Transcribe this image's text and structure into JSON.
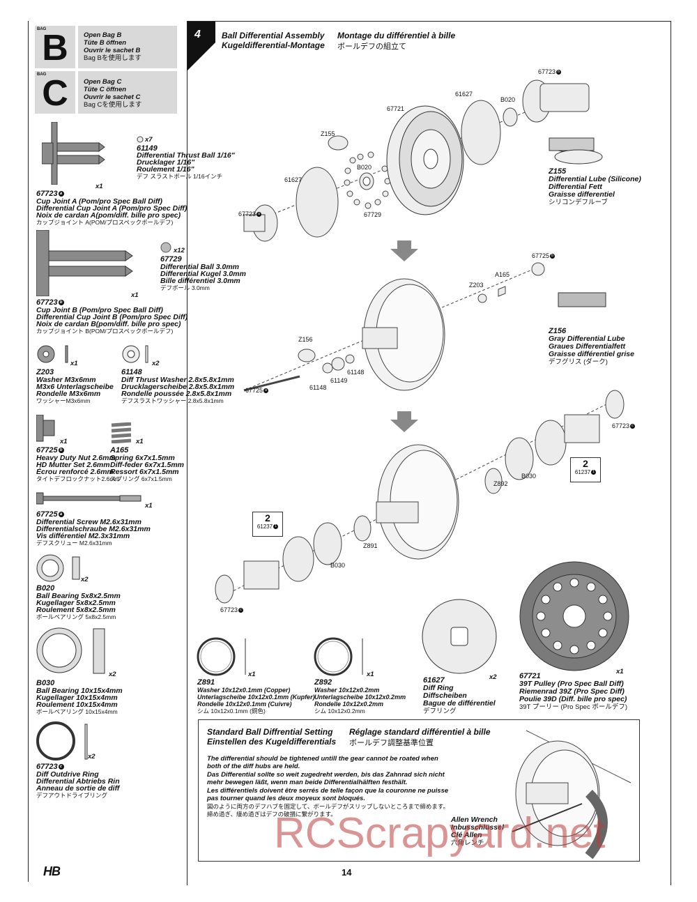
{
  "bags": [
    {
      "small": "BAG",
      "letter": "B",
      "lines": [
        "Open Bag B",
        "Tüte B öffnen",
        "Ouvrir le sachet B",
        "Bag Bを使用します"
      ]
    },
    {
      "small": "BAG",
      "letter": "C",
      "lines": [
        "Open Bag C",
        "Tüte C öffnen",
        "Ouvrir le sachet C",
        "Bag Cを使用します"
      ]
    }
  ],
  "step": {
    "number": "4",
    "title_en": "Ball Differential Assembly",
    "title_fr": "Montage du différentiel à bille",
    "title_de": "Kugeldifferential-Montage",
    "title_jp": "ボールデフの組立て"
  },
  "parts_left": {
    "p67723a": {
      "qty": "x1",
      "num": "67723",
      "suffix": "a",
      "lines": [
        "Cup Joint A (Pom/pro Spec Ball Diff)",
        "Differential Cup Joint A (Pom/pro Spec Diff)",
        "Noix de cardan A(pom/diff. bille pro spec)",
        "カップジョイント A(POM/プロスペックボールデフ)"
      ]
    },
    "p61149": {
      "qty": "x7",
      "num": "61149",
      "lines": [
        "Differential Thrust Ball 1/16\"",
        "Drucklager 1/16\"",
        "Roulement 1/16\"",
        "デフ スラストボール 1/16インチ"
      ]
    },
    "p67723b": {
      "qty": "x1",
      "num": "67723",
      "suffix": "b",
      "lines": [
        "Cup Joint B (Pom/pro Spec Ball Diff)",
        "Differential Cup Joint B (Pom/pro Spec Diff)",
        "Noix de cardan B(pom/diff. bille pro spec)",
        "カップジョイント B(POM/プロスペックボールデフ)"
      ]
    },
    "p67729": {
      "qty": "x12",
      "num": "67729",
      "lines": [
        "Differential Ball 3.0mm",
        "Differential Kugel 3.0mm",
        "Bille différentiel 3.0mm",
        "デフボール 3.0mm"
      ]
    },
    "pZ203": {
      "qty": "x1",
      "num": "Z203",
      "lines": [
        "Washer M3x6mm",
        "M3x6 Unterlagscheibe",
        "Rondelle M3x6mm",
        "ワッシャーM3x6mm"
      ]
    },
    "p61148": {
      "qty": "x2",
      "num": "61148",
      "lines": [
        "Diff Thrust Washer 2.8x5.8x1mm",
        "Drucklagerscheibe 2.8x5.8x1mm",
        "Rondelle poussée 2.8x5.8x1mm",
        "デフスラストワッシャー 2.8x5.8x1mm"
      ]
    },
    "p67725b": {
      "qty": "x1",
      "num": "67725",
      "suffix": "b",
      "lines": [
        "Heavy Duty Nut 2.6mm",
        "HD Mutter Set 2.6mm",
        "Écrou renforcé 2.6mm",
        "タイトデフロックナット2.6mm"
      ]
    },
    "pA165": {
      "qty": "x1",
      "num": "A165",
      "lines": [
        "Spring 6x7x1.5mm",
        "Diff-feder 6x7x1.5mm",
        "Ressort 6x7x1.5mm",
        "スプリング 6x7x1.5mm"
      ]
    },
    "p67725a": {
      "qty": "x1",
      "num": "67725",
      "suffix": "a",
      "lines": [
        "Differential Screw M2.6x31mm",
        "Differentialschraube M2.6x31mm",
        "Vis différentiel M2.3x31mm",
        "デフスクリュー M2.6x31mm"
      ]
    },
    "pB020": {
      "qty": "x2",
      "num": "B020",
      "lines": [
        "Ball Bearing 5x8x2.5mm",
        "Kugellager 5x8x2.5mm",
        "Roulement 5x8x2.5mm",
        "ボールベアリング 5x8x2.5mm"
      ]
    },
    "pB030": {
      "qty": "x2",
      "num": "B030",
      "lines": [
        "Ball Bearing 10x15x4mm",
        "Kugellager 10x15x4mm",
        "Roulement 10x15x4mm",
        "ボールベアリング 10x15x4mm"
      ]
    },
    "p67723c": {
      "qty": "x2",
      "num": "67723",
      "suffix": "c",
      "lines": [
        "Diff Outdrive Ring",
        "Differential Abtriebs Rin",
        "Anneau de sortie de diff",
        "デフアウトドライブリング"
      ]
    }
  },
  "parts_right": {
    "pZ155": {
      "num": "Z155",
      "lines": [
        "Differential Lube (Silicone)",
        "Differential Fett",
        "Graisse differentiel",
        "シリコンデフルーブ"
      ]
    },
    "pZ156": {
      "num": "Z156",
      "lines": [
        "Gray Differential Lube",
        "Graues Differentialfett",
        "Graisse différentiel grise",
        "デフグリス (ダーク)"
      ]
    }
  },
  "parts_bottom": {
    "pZ891": {
      "qty": "x1",
      "num": "Z891",
      "lines": [
        "Washer 10x12x0.1mm (Copper)",
        "Unterlagscheibe 10x12x0.1mm (Kupfer)",
        "Rondelle 10x12x0.1mm (Cuivre)",
        "シム 10x12x0.1mm (銅色)"
      ]
    },
    "pZ892": {
      "qty": "x1",
      "num": "Z892",
      "lines": [
        "Washer 10x12x0.2mm",
        "Unterlagscheibe 10x12x0.2mm",
        "Rondelle 10x12x0.2mm",
        "シム 10x12x0.2mm"
      ]
    },
    "p61627": {
      "qty": "x2",
      "num": "61627",
      "lines": [
        "Diff Ring",
        "Diffscheiben",
        "Bague de différentiel",
        "デフリング"
      ]
    },
    "p67721": {
      "qty": "x1",
      "num": "67721",
      "lines": [
        "39T Pulley (Pro Spec Ball Diff)",
        "Riemenrad 39Z (Pro Spec Diff)",
        "Poulie 39D (Diff. bille pro spec)",
        "39T プーリー (Pro Spec ボールデフ)"
      ]
    }
  },
  "callouts": [
    {
      "num": "2",
      "label": "61237",
      "suffix": "1"
    },
    {
      "num": "2",
      "label": "61237",
      "suffix": "1"
    }
  ],
  "diagram_labels": {
    "a": "67723",
    "a_suffix": "b",
    "b": "61627",
    "c": "B020",
    "d": "67721",
    "e": "Z155",
    "f": "B020",
    "g": "61627",
    "h": "67723",
    "h_suffix": "a",
    "i": "67729",
    "j": "67725",
    "j_suffix": "b",
    "k": "A165",
    "l": "Z203",
    "m": "Z156",
    "n": "61148",
    "o": "61149",
    "p": "61148",
    "q": "67725",
    "q_suffix": "a",
    "r": "67723",
    "r_suffix": "c",
    "s": "Z892",
    "t": "B030",
    "u": "Z891",
    "v": "B030",
    "w": "67723",
    "w_suffix": "c"
  },
  "setting": {
    "title_en": "Standard Ball Diffrential Setting",
    "title_fr": "Réglage standard différentiel à bille",
    "title_de": "Einstellen des Kugeldifferentials",
    "title_jp": "ボールデフ調整基準位置",
    "body": [
      "The differential should be tightened untill the gear cannot be roated when",
      "both of the diff hubs are held.",
      "Das Differential sollte so weit zugedreht werden, bis das Zahnrad sich nicht",
      "mehr bewegen läßt, wenn man beide Differentialhälften festhält.",
      "Les différentiels doivent être serrés de telle façon que la couronne ne puisse",
      "pas tourner quand les deux moyeux sont bloqués.",
      "図のように両方のデフハブを固定して、ボールデフがスリップしないところまで締めます。",
      "締め過ぎ、緩め過ぎはデフの破損に繋がります。"
    ],
    "tool": [
      "Allen Wrench",
      "Inbusschlüssel",
      "Clé Allen",
      "六角レンチ"
    ]
  },
  "page_number": "14",
  "logo": "HB",
  "watermark": "RCScrapyard.net"
}
